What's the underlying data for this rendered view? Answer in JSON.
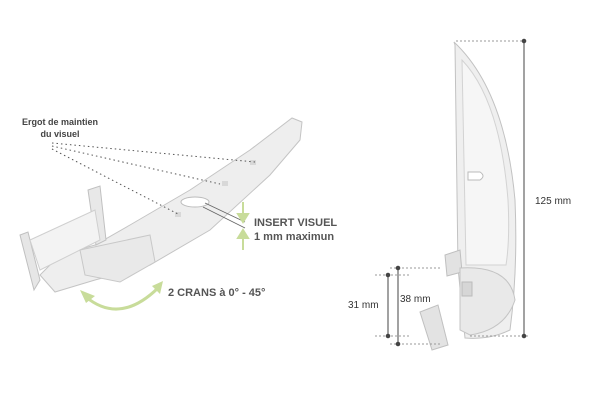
{
  "left_view": {
    "ergot_label_line1": "Ergot de maintien",
    "ergot_label_line2": "du visuel",
    "insert_label_line1": "INSERT VISUEL",
    "insert_label_line2": "1 mm maximun",
    "rotation_label": "2 CRANS à 0° - 45°"
  },
  "right_view": {
    "height_label": "125 mm",
    "inner_label": "38 mm",
    "outer_label": "31 mm"
  },
  "colors": {
    "accent_green": "#c8dc9a",
    "dim_line": "#444444",
    "part_fill": "#ececec",
    "part_stroke": "#bdbdbd"
  }
}
